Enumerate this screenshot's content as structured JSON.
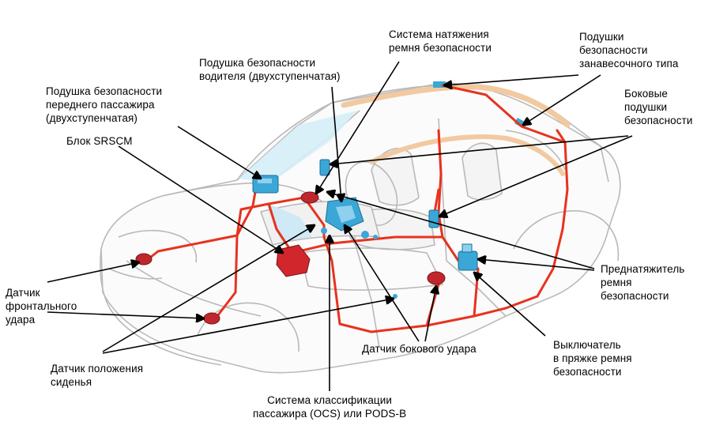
{
  "labels": {
    "belt_tension": "Система натяжения\nремня безопасности",
    "curtain_airbags": "Подушки\nбезопасности\nзанавесочного типа",
    "driver_airbag": "Подушка безопасности\nводителя (двухступенчатая)",
    "passenger_airbag": "Подушка безопасности\nпереднего пассажира\n(двухступенчатая)",
    "srscm": "Блок SRSCM",
    "side_airbags": "Боковые\nподушки\nбезопасности",
    "pretensioner": "Преднатяжитель\nремня\nбезопасности",
    "front_sensor": "Датчик\nфронтального\nудара",
    "seat_position": "Датчик положения\nсиденья",
    "side_sensor": "Датчик бокового удара",
    "buckle_switch": "Выключатель\nв пряжке ремня\nбезопасности",
    "ocs": "Система классификации\nпассажира (OCS) или PODS-B"
  },
  "colors": {
    "wiring": "#e8321e",
    "module": "#3aa7d6",
    "sensor": "#c0272d",
    "curtain": "#f2c9a0",
    "body_outline": "#b9b9b9",
    "glass": "#d6eef8"
  }
}
